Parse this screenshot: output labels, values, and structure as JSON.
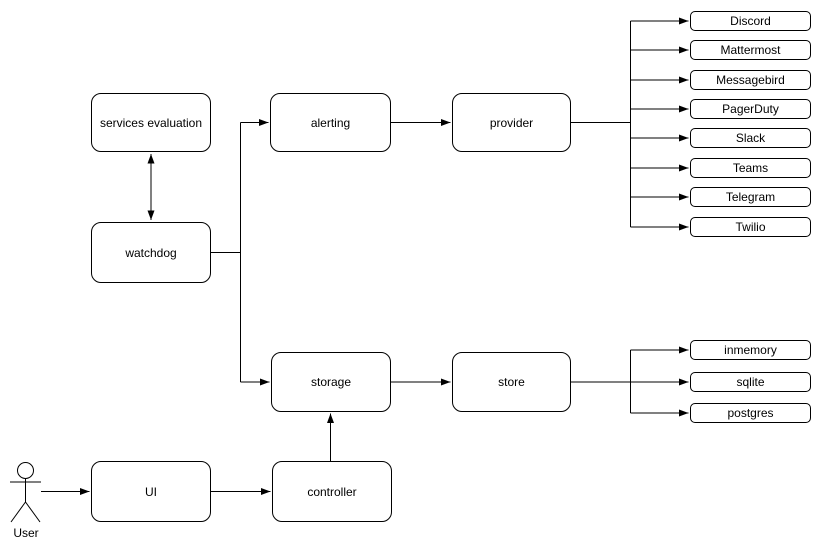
{
  "colors": {
    "stroke": "#000000",
    "background": "#ffffff",
    "text": "#000000"
  },
  "nodes": {
    "services_evaluation": "services evaluation",
    "watchdog": "watchdog",
    "alerting": "alerting",
    "provider": "provider",
    "storage": "storage",
    "store": "store",
    "ui": "UI",
    "controller": "controller"
  },
  "actor": {
    "label": "User"
  },
  "providers": [
    "Discord",
    "Mattermost",
    "Messagebird",
    "PagerDuty",
    "Slack",
    "Teams",
    "Telegram",
    "Twilio"
  ],
  "stores": [
    "inmemory",
    "sqlite",
    "postgres"
  ]
}
